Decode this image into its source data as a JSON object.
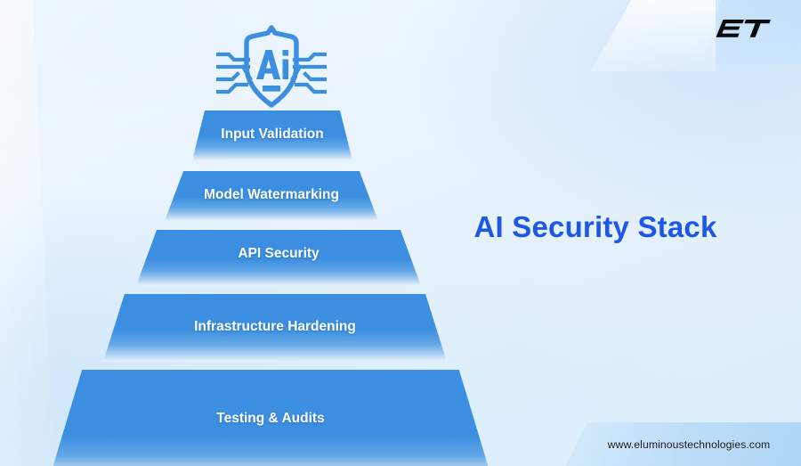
{
  "brand": {
    "logo_text": "ET",
    "logo_icon": "et-monogram-logo",
    "website": "www.eluminoustechnologies.com"
  },
  "header": {
    "icon": "ai-shield-circuit-icon",
    "icon_label": "Ai"
  },
  "title": "AI Security Stack",
  "colors": {
    "layer_blue": "#3b8ee0",
    "title_blue": "#1e56e8",
    "background_light": "#eaf4fd",
    "icon_blue": "#3b8ee0",
    "label_text": "#ffffff"
  },
  "pyramid": {
    "layers": [
      {
        "label": "Input Validation",
        "level": 1
      },
      {
        "label": "Model Watermarking",
        "level": 2
      },
      {
        "label": "API Security",
        "level": 3
      },
      {
        "label": "Infrastructure Hardening",
        "level": 4
      },
      {
        "label": "Testing & Audits",
        "level": 5
      }
    ]
  }
}
